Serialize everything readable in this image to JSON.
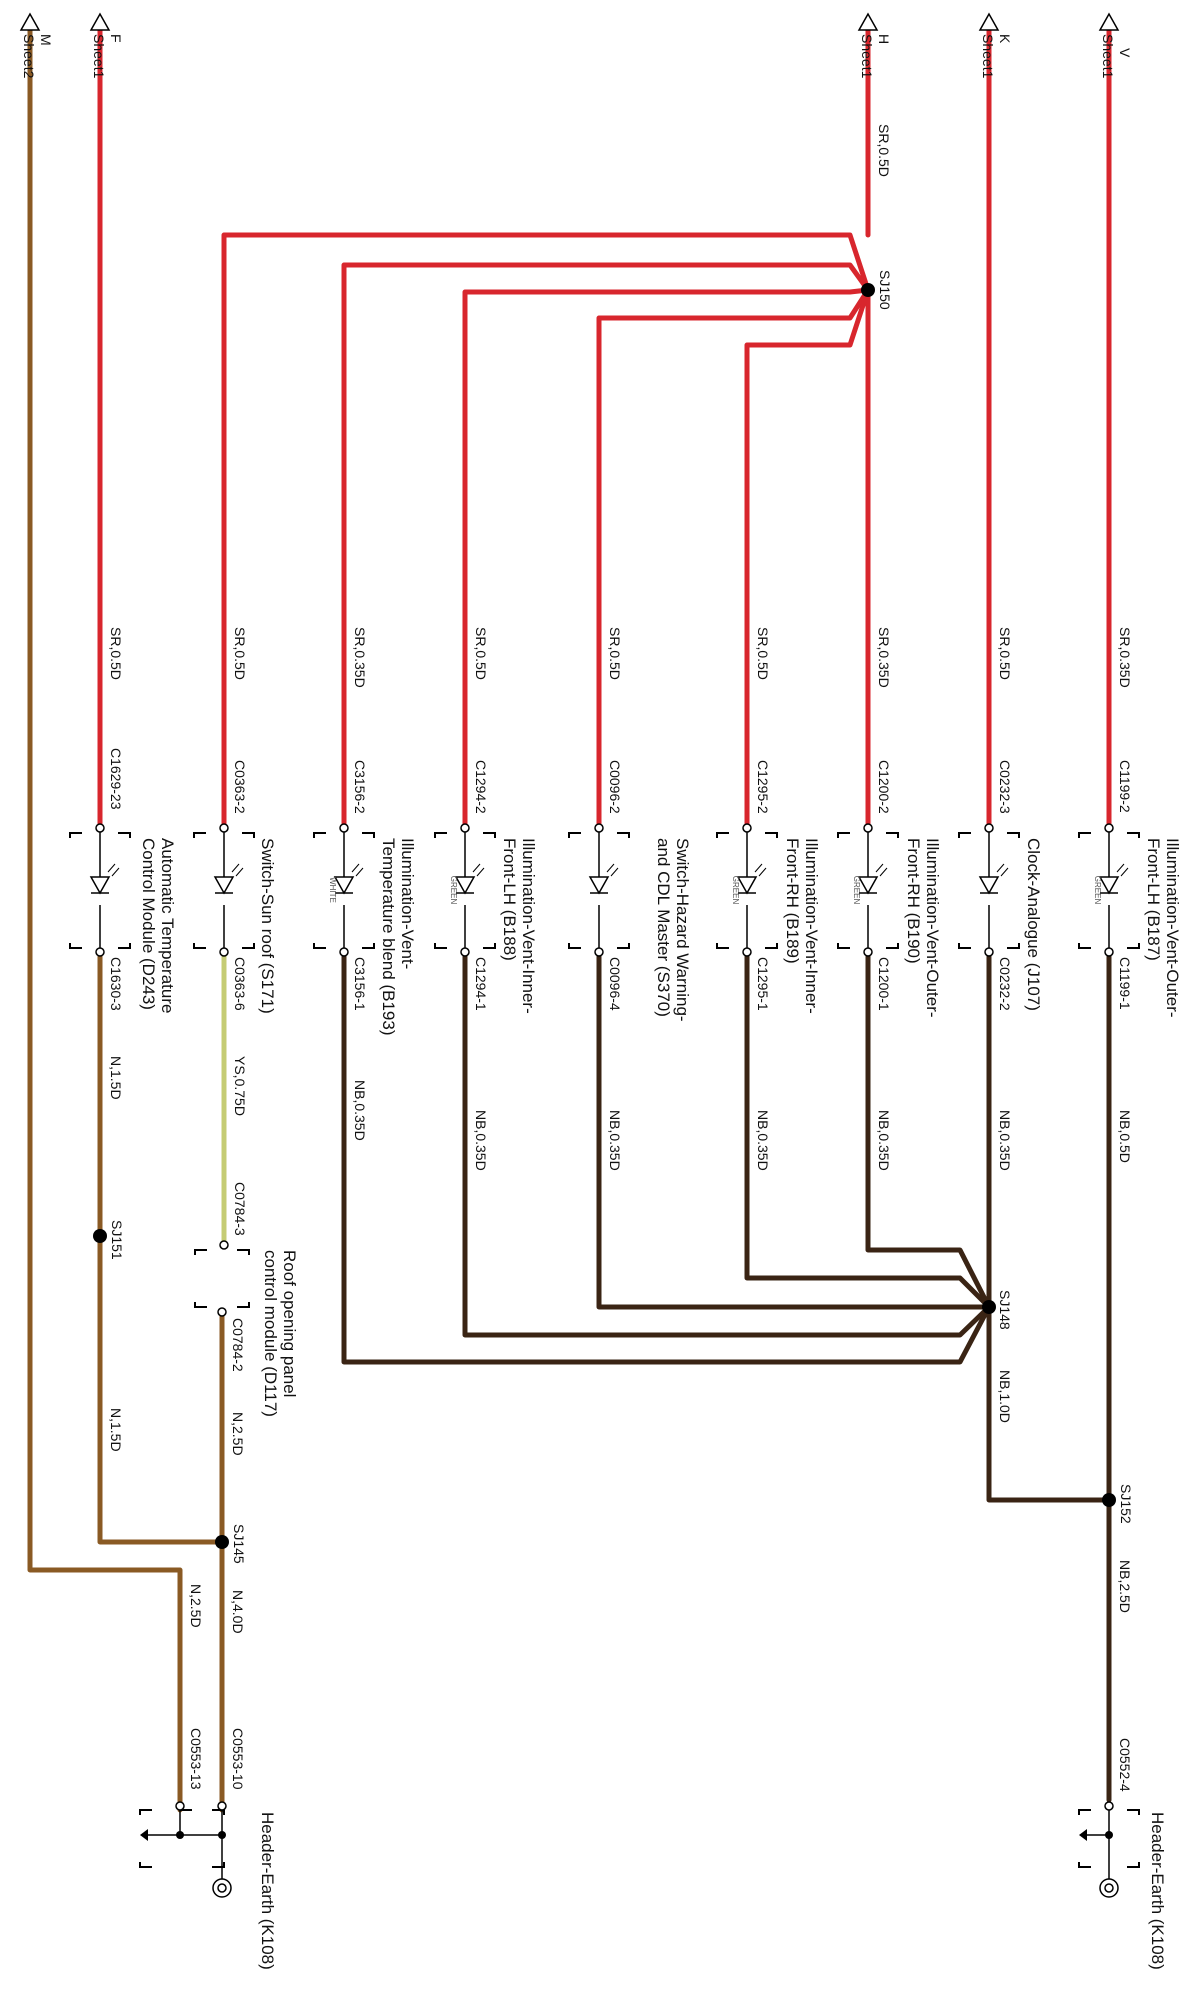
{
  "connectors": [
    {
      "id": "m",
      "letter": "M",
      "sheet": "Sheet2"
    },
    {
      "id": "f",
      "letter": "F",
      "sheet": "Sheet1"
    },
    {
      "id": "h",
      "letter": "H",
      "sheet": "Sheet1"
    },
    {
      "id": "k",
      "letter": "K",
      "sheet": "Sheet1"
    },
    {
      "id": "v",
      "letter": "V",
      "sheet": "Sheet1"
    }
  ],
  "splices": {
    "sj150": "SJ150",
    "sj148": "SJ148",
    "sj151": "SJ151",
    "sj152": "SJ152",
    "sj145": "SJ145"
  },
  "wire_labels": {
    "h_top": "SR,0.5D",
    "f_in": "SR,0.5D",
    "sun_in": "SR,0.5D",
    "temp_in": "SR,0.35D",
    "b188_in": "SR,0.5D",
    "s370_in": "SR,0.5D",
    "b189_in": "SR,0.5D",
    "b190_in": "SR,0.35D",
    "j107_in": "SR,0.5D",
    "b187_in": "SR,0.35D",
    "d243_out": "N,1.5D",
    "sun_out": "YS,0.75D",
    "temp_out": "NB,0.35D",
    "b188_out": "NB,0.35D",
    "s370_out": "NB,0.35D",
    "b189_out": "NB,0.35D",
    "b190_out": "NB,0.35D",
    "j107_out": "NB,0.35D",
    "b187_out": "NB,0.5D",
    "sj148_out": "NB,1.0D",
    "sj151_out": "N,1.5D",
    "d117_out": "N,2.5D",
    "sj145_out": "N,4.0D",
    "m_ground": "N,2.5D",
    "sj152_out": "NB,2.5D"
  },
  "pins": {
    "d243_in": "C1629-23",
    "d243_out": "C1630-3",
    "sun_in": "C0363-2",
    "sun_out": "C0363-6",
    "temp_in": "C3156-2",
    "temp_out": "C3156-1",
    "b188_in": "C1294-2",
    "b188_out": "C1294-1",
    "s370_in": "C0096-2",
    "s370_out": "C0096-4",
    "b189_in": "C1295-2",
    "b189_out": "C1295-1",
    "b190_in": "C1200-2",
    "b190_out": "C1200-1",
    "j107_in": "C0232-3",
    "j107_out": "C0232-2",
    "b187_in": "C1199-2",
    "b187_out": "C1199-1",
    "d117_in": "C0784-3",
    "d117_out": "C0784-2",
    "earth_a1": "C0553-10",
    "earth_a2": "C0553-13",
    "earth_b": "C0552-4"
  },
  "components": {
    "d243": [
      "Automatic Temperature",
      "Control Module (D243)"
    ],
    "sun": [
      "Switch-Sun roof (S171)"
    ],
    "temp": [
      "Illumination-Vent-",
      "Temperature blend (B193)"
    ],
    "b188": [
      "Illumination-Vent-Inner-",
      "Front-LH (B188)"
    ],
    "s370": [
      "Switch-Hazard Warning-",
      "and CDL Master (S370)"
    ],
    "b189": [
      "Illumination-Vent-Inner-",
      "Front-RH (B189)"
    ],
    "b190": [
      "Illumination-Vent-Outer-",
      "Front-RH (B190)"
    ],
    "j107": [
      "Clock-Analogue (J107)"
    ],
    "b187": [
      "Illumination-Vent-Outer-",
      "Front-LH (B187)"
    ],
    "d117": [
      "Roof opening panel",
      "control module (D117)"
    ],
    "earth_a": [
      "Header-Earth (K108)"
    ],
    "earth_b": [
      "Header-Earth (K108)"
    ]
  },
  "lamp_colors": {
    "temp": "WHITE",
    "b188": "GREEN",
    "b189": "GREEN",
    "b190": "GREEN",
    "b187": "GREEN"
  },
  "colors": {
    "red": "#d8262d",
    "brown_dark": "#3a2414",
    "brown": "#8a5a24",
    "yellow": "#c5cc74"
  }
}
